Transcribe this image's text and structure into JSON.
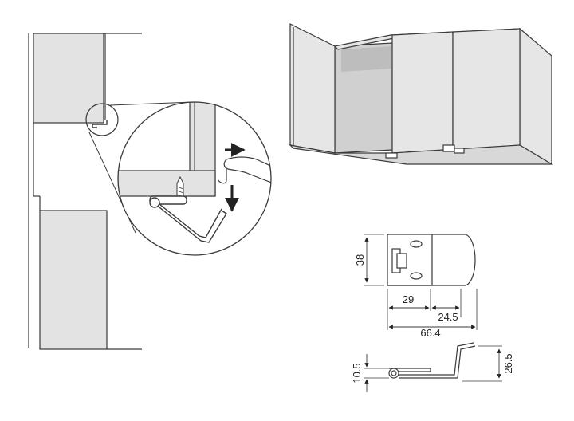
{
  "dimensions": {
    "plate_height": "38",
    "offset_left": "29",
    "offset_right": "24.5",
    "overall_length": "66.4",
    "rise_height": "10.5",
    "total_height": "26.5"
  },
  "colors": {
    "panel_fill": "#e3e3e3",
    "interior_fill": "#cfcfcf",
    "line": "#3a3a3a",
    "arrow": "#222222"
  },
  "icons": {
    "push_direction": "arrow-right-icon",
    "pull_direction": "arrow-down-icon"
  }
}
